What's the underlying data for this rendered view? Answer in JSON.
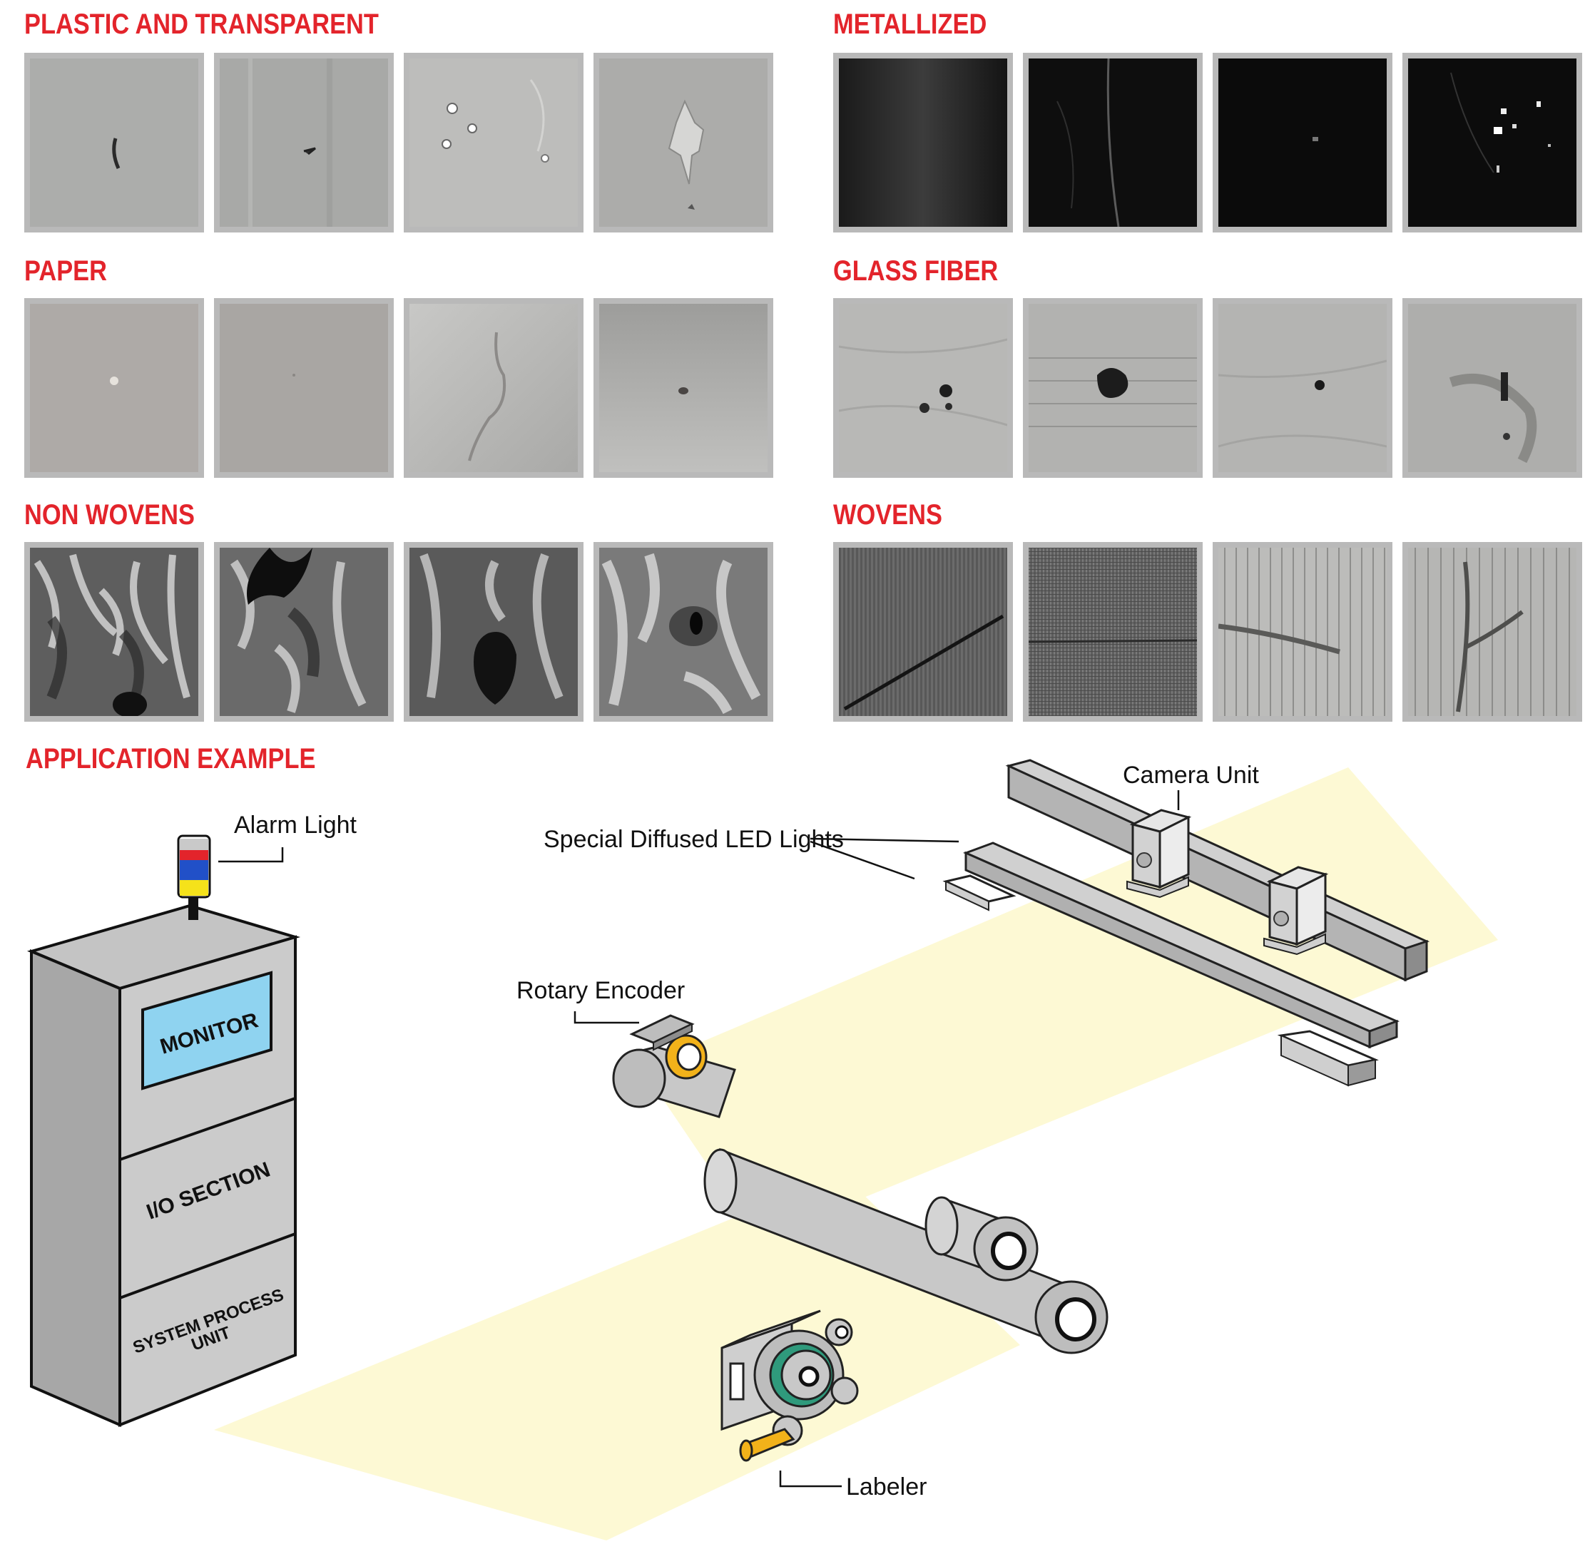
{
  "sections": {
    "plastic": {
      "title": "PLASTIC AND TRANSPARENT"
    },
    "metallized": {
      "title": "METALLIZED"
    },
    "paper": {
      "title": "PAPER"
    },
    "glass": {
      "title": "GLASS FIBER"
    },
    "nonwovens": {
      "title": "NON WOVENS"
    },
    "wovens": {
      "title": "WOVENS"
    }
  },
  "application": {
    "title": "APPLICATION EXAMPLE",
    "labels": {
      "alarm_light": "Alarm Light",
      "camera_unit": "Camera Unit",
      "led_lights": "Special Diffused LED Lights",
      "rotary_encoder": "Rotary Encoder",
      "labeler": "Labeler"
    },
    "cabinet": {
      "monitor": "MONITOR",
      "io_section": "I/O SECTION",
      "spu_line1": "SYSTEM PROCESS",
      "spu_line2": "UNIT"
    }
  },
  "colors": {
    "title_red": "#e3242b",
    "web": "#fdf9d4",
    "monitor_screen": "#8fd3f0",
    "encoder_ring": "#f2b21a"
  }
}
